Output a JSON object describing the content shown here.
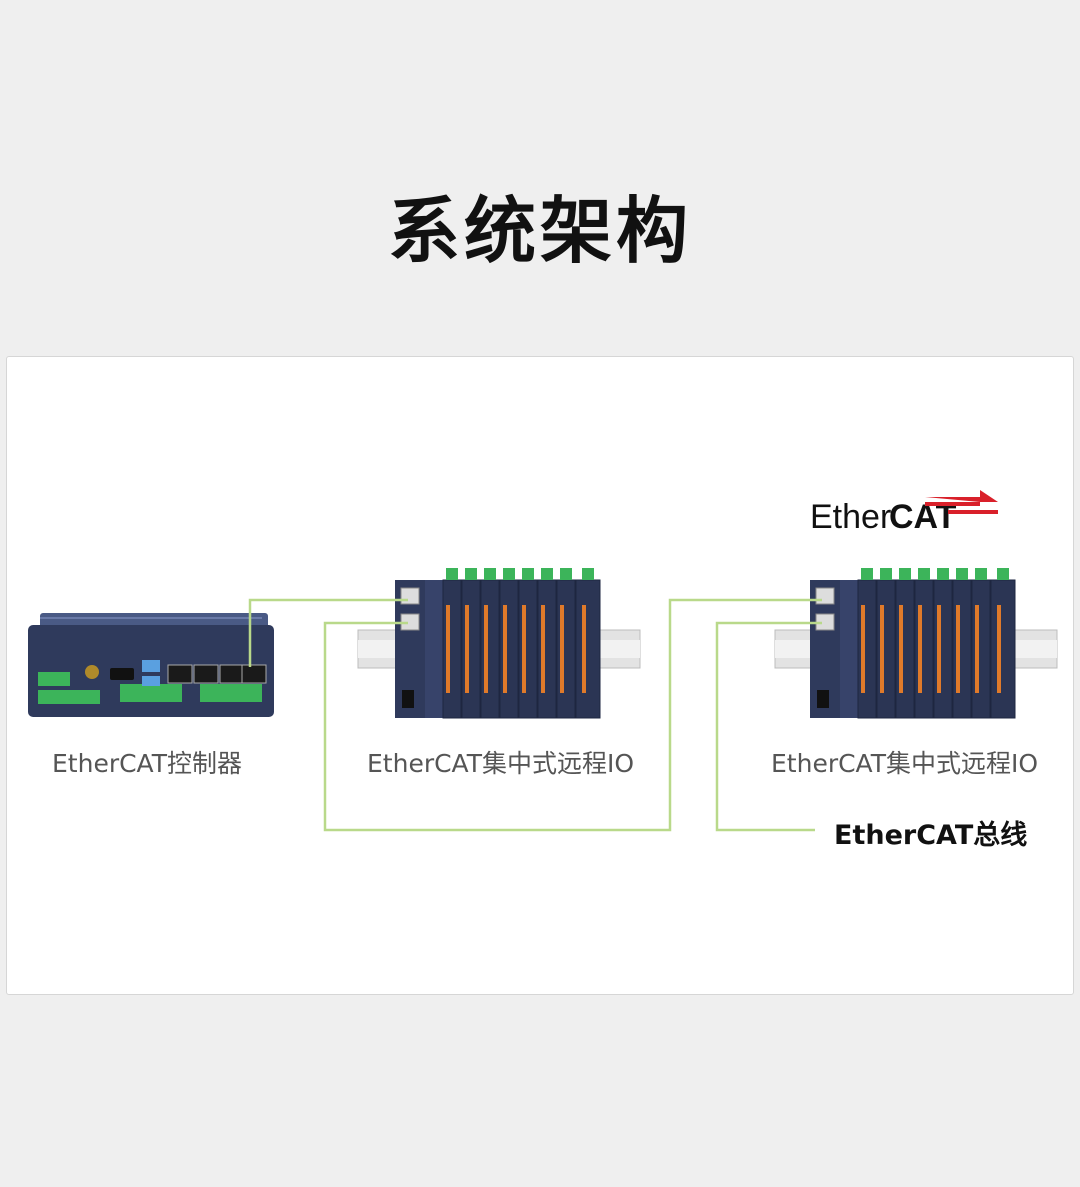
{
  "title": "系统架构",
  "logo": {
    "part1": "Ether",
    "part2": "CAT"
  },
  "labels": {
    "controller": "EtherCAT控制器",
    "remote_io_1": "EtherCAT集中式远程IO",
    "remote_io_2": "EtherCAT集中式远程IO",
    "bus": "EtherCAT总线"
  },
  "colors": {
    "cable": "#b9d98a",
    "device_body": "#2f3a5c",
    "terminal_green": "#3cb45a",
    "logo_red": "#d9202a"
  }
}
